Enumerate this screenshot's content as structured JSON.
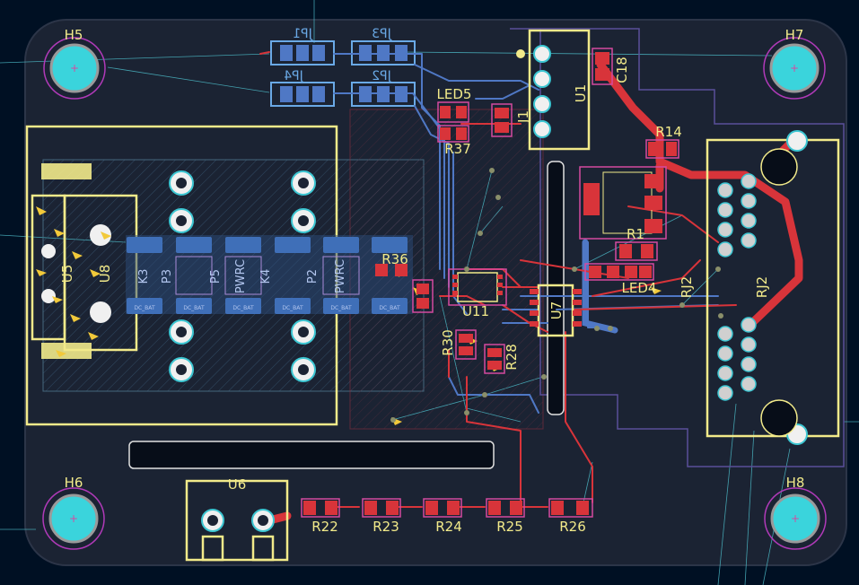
{
  "mounting_holes": [
    {
      "id": "H5",
      "label": "H5"
    },
    {
      "id": "H7",
      "label": "H7"
    },
    {
      "id": "H6",
      "label": "H6"
    },
    {
      "id": "H8",
      "label": "H8"
    }
  ],
  "components": {
    "jp1": "JP1",
    "jp2": "JP2",
    "jp3": "JP3",
    "jp4": "JP4",
    "led5": "LED5",
    "led4": "LED4",
    "r37": "R37",
    "r36": "R36",
    "j1": "J1",
    "u1": "U1",
    "c18": "C18",
    "r14": "R14",
    "r1": "R1",
    "u11": "U11",
    "u7": "U7",
    "u8": "U8",
    "u6": "U6",
    "rj2a": "RJ2",
    "rj2b": "RJ2",
    "r30": "R30",
    "r28": "R28",
    "r22": "R22",
    "r23": "R23",
    "r24": "R24",
    "r25": "R25",
    "r26": "R26",
    "relays": [
      "K3",
      "P3",
      "P5",
      "PWRC",
      "K4",
      "P2",
      "PWRC"
    ],
    "dc_label": "DC_BAT",
    "left_block": [
      "U5",
      "U8"
    ]
  },
  "colors": {
    "board": "#1a2232",
    "front_copper": "#d8343a",
    "back_copper": "#4f78c5",
    "silkscreen": "#f2ea8a",
    "via": "#3cc6d2",
    "ratsnest": "#4bb7c4"
  }
}
